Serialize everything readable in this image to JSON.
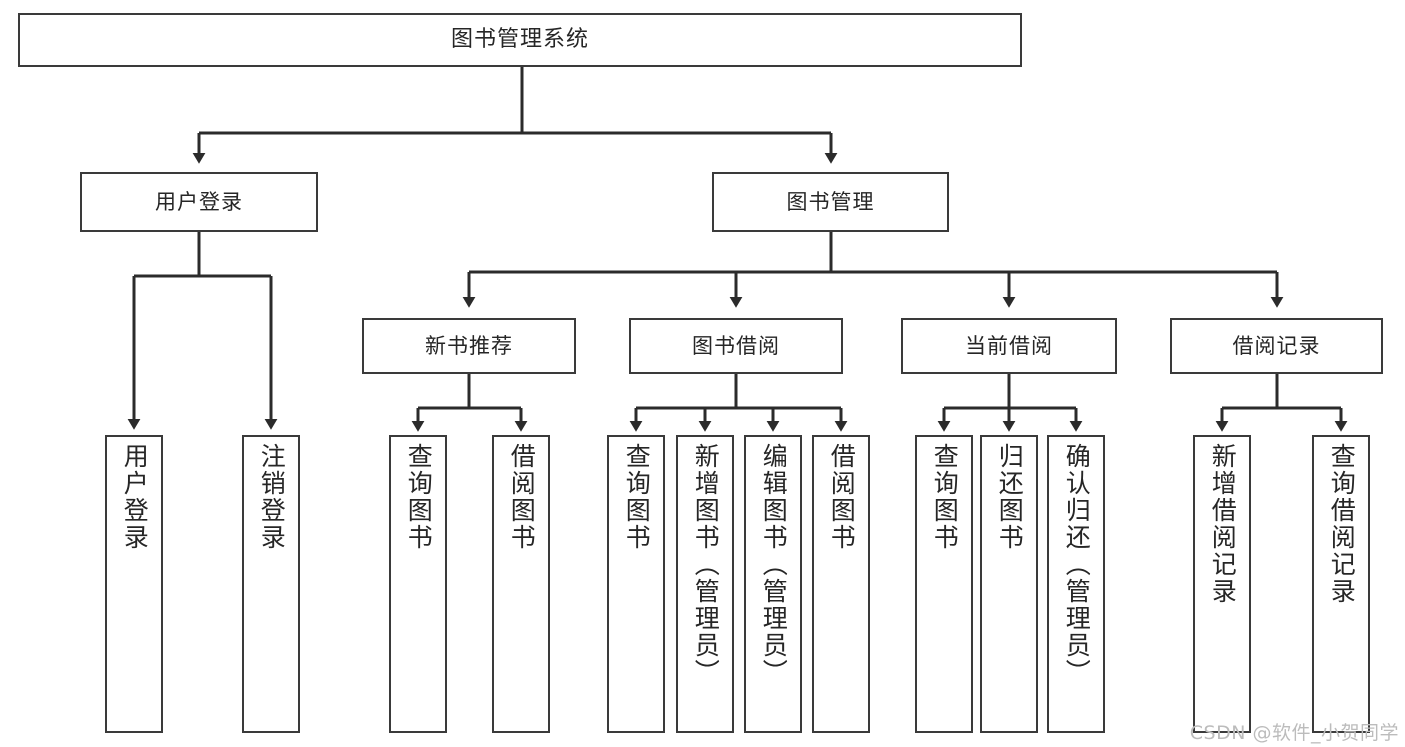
{
  "diagram": {
    "title": "图书管理系统",
    "type": "tree",
    "watermark": "CSDN @软件_小贺同学",
    "colors": {
      "box_border": "#3a3a3a",
      "box_fill": "#ffffff",
      "edge": "#2b2b2b",
      "text": "#262626",
      "watermark": "#bcbcbc",
      "background": "#ffffff"
    },
    "levels": {
      "level0": "系统",
      "level1": "模块",
      "level2": "子模块",
      "level3": "功能"
    },
    "nodes": {
      "root": {
        "label": "图书管理系统",
        "orientation": "horizontal"
      },
      "user_login": {
        "label": "用户登录",
        "orientation": "horizontal"
      },
      "book_manage": {
        "label": "图书管理",
        "orientation": "horizontal"
      },
      "new_book_rec": {
        "label": "新书推荐",
        "orientation": "horizontal"
      },
      "book_borrow": {
        "label": "图书借阅",
        "orientation": "horizontal"
      },
      "current_borrow": {
        "label": "当前借阅",
        "orientation": "horizontal"
      },
      "borrow_record": {
        "label": "借阅记录",
        "orientation": "horizontal"
      },
      "leaf_user_login": {
        "label": "用户登录",
        "orientation": "vertical"
      },
      "leaf_logout": {
        "label": "注销登录",
        "orientation": "vertical"
      },
      "leaf_rec_query_book": {
        "label": "查询图书",
        "orientation": "vertical"
      },
      "leaf_rec_borrow_book": {
        "label": "借阅图书",
        "orientation": "vertical"
      },
      "leaf_bb_query_book": {
        "label": "查询图书",
        "orientation": "vertical"
      },
      "leaf_bb_add_book": {
        "label": "新增图书（管理员）",
        "orientation": "vertical"
      },
      "leaf_bb_edit_book": {
        "label": "编辑图书（管理员）",
        "orientation": "vertical"
      },
      "leaf_bb_borrow_book": {
        "label": "借阅图书",
        "orientation": "vertical"
      },
      "leaf_cb_query_book": {
        "label": "查询图书",
        "orientation": "vertical"
      },
      "leaf_cb_return_book": {
        "label": "归还图书",
        "orientation": "vertical"
      },
      "leaf_cb_confirm_return": {
        "label": "确认归还（管理员）",
        "orientation": "vertical"
      },
      "leaf_br_add_record": {
        "label": "新增借阅记录",
        "orientation": "vertical"
      },
      "leaf_br_query_record": {
        "label": "查询借阅记录",
        "orientation": "vertical"
      }
    },
    "edges": [
      {
        "from": "root",
        "to": "user_login"
      },
      {
        "from": "root",
        "to": "book_manage"
      },
      {
        "from": "user_login",
        "to": "leaf_user_login"
      },
      {
        "from": "user_login",
        "to": "leaf_logout"
      },
      {
        "from": "book_manage",
        "to": "new_book_rec"
      },
      {
        "from": "book_manage",
        "to": "book_borrow"
      },
      {
        "from": "book_manage",
        "to": "current_borrow"
      },
      {
        "from": "book_manage",
        "to": "borrow_record"
      },
      {
        "from": "new_book_rec",
        "to": "leaf_rec_query_book"
      },
      {
        "from": "new_book_rec",
        "to": "leaf_rec_borrow_book"
      },
      {
        "from": "book_borrow",
        "to": "leaf_bb_query_book"
      },
      {
        "from": "book_borrow",
        "to": "leaf_bb_add_book"
      },
      {
        "from": "book_borrow",
        "to": "leaf_bb_edit_book"
      },
      {
        "from": "book_borrow",
        "to": "leaf_bb_borrow_book"
      },
      {
        "from": "current_borrow",
        "to": "leaf_cb_query_book"
      },
      {
        "from": "current_borrow",
        "to": "leaf_cb_return_book"
      },
      {
        "from": "current_borrow",
        "to": "leaf_cb_confirm_return"
      },
      {
        "from": "borrow_record",
        "to": "leaf_br_add_record"
      },
      {
        "from": "borrow_record",
        "to": "leaf_br_query_record"
      }
    ]
  }
}
